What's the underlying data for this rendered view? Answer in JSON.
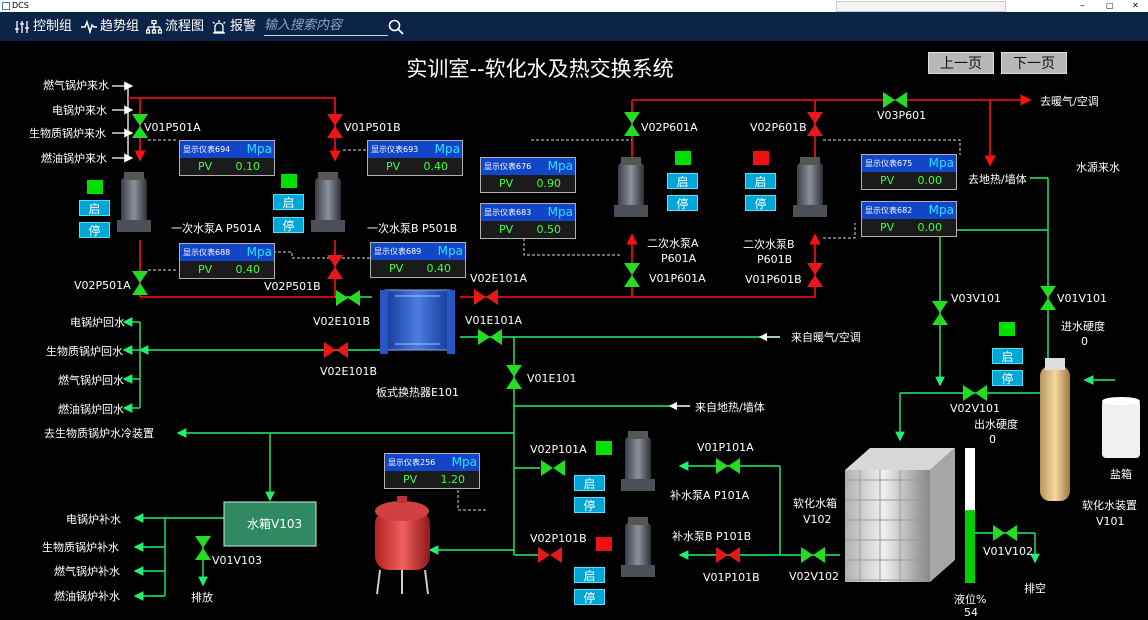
{
  "window": {
    "title": "DCS",
    "min": "–",
    "max": "▢",
    "close": "✕"
  },
  "menu": {
    "control_group": "控制组",
    "trend_group": "趋势组",
    "flow_chart": "流程图",
    "alarm": "报警",
    "search_placeholder": "输入搜索内容"
  },
  "page": {
    "title": "实训室--软化水及热交换系统",
    "prev_page": "上一页",
    "next_page": "下一页"
  },
  "colors": {
    "hot_pipe": "#ff1010",
    "cold_pipe": "#20f070",
    "valve_green": "#22dd22",
    "valve_red": "#e81818",
    "run_green": "#00e000",
    "stop_red": "#ee1111",
    "button": "#00a6d6",
    "meter_head": "#1246c8"
  },
  "labels": {
    "gas_boiler_in": "燃气锅炉来水",
    "electric_boiler_in": "电锅炉来水",
    "biomass_boiler_in": "生物质锅炉来水",
    "oil_boiler_in": "燃油锅炉来水",
    "pump_p501a": "一次水泵A  P501A",
    "pump_p501b": "一次水泵B  P501B",
    "pump_p601a_1": "二次水泵A",
    "pump_p601a_2": "P601A",
    "pump_p601b_1": "二次水泵B",
    "pump_p601b_2": "P601B",
    "to_heating": "去暖气/空调",
    "to_floor": "去地热/墙体",
    "from_heating": "来自暖气/空调",
    "from_floor": "来自地热/墙体",
    "electric_boiler_ret": "电锅炉回水",
    "biomass_boiler_ret": "生物质锅炉回水",
    "gas_boiler_ret": "燃气锅炉回水",
    "oil_boiler_ret": "燃油锅炉回水",
    "to_biomass_cooling": "去生物质锅炉水冷装置",
    "heat_exchanger": "板式换热器E101",
    "tank_v103": "水箱V103",
    "drain": "排放",
    "electric_boiler_make": "电锅炉补水",
    "biomass_boiler_make": "生物质锅炉补水",
    "gas_boiler_make": "燃气锅炉补水",
    "oil_boiler_make": "燃油锅炉补水",
    "make_pump_a": "补水泵A P101A",
    "make_pump_b": "补水泵B P101B",
    "soft_tank_1": "软化水箱",
    "soft_tank_2": "V102",
    "source_water": "水源来水",
    "in_hardness": "进水硬度",
    "in_hardness_val": "0",
    "out_hardness": "出水硬度",
    "out_hardness_val": "0",
    "salt_tank": "盐箱",
    "softener_1": "软化水装置",
    "softener_2": "V101",
    "vent": "排空",
    "level_label": "液位%",
    "level_val": "54"
  },
  "valves": {
    "v01p501a": "V01P501A",
    "v01p501b": "V01P501B",
    "v02p501a": "V02P501A",
    "v02p501b": "V02P501B",
    "v02e101b": "V02E101B",
    "v02e101a": "V02E101A",
    "v01e101b": "V02E101B",
    "v01e101a": "V01E101A",
    "v01e101": "V01E101",
    "v02p601a": "V02P601A",
    "v02p601b": "V02P601B",
    "v03p601": "V03P601",
    "v01p601a": "V01P601A",
    "v01p601b": "V01P601B",
    "v03v101": "V03V101",
    "v01v101": "V01V101",
    "v02v101": "V02V101",
    "v01v102": "V01V102",
    "v02v102": "V02V102",
    "v02p101a": "V02P101A",
    "v01p101a": "V01P101A",
    "v02p101b": "V02P101B",
    "v01p101b": "V01P101B",
    "v01v103": "V01V103"
  },
  "meters": [
    {
      "name": "显示仪表694",
      "unit": "Mpa",
      "pv": "PV",
      "value": "0.10"
    },
    {
      "name": "显示仪表693",
      "unit": "Mpa",
      "pv": "PV",
      "value": "0.40"
    },
    {
      "name": "显示仪表688",
      "unit": "Mpa",
      "pv": "PV",
      "value": "0.40"
    },
    {
      "name": "显示仪表689",
      "unit": "Mpa",
      "pv": "PV",
      "value": "0.40"
    },
    {
      "name": "显示仪表676",
      "unit": "Mpa",
      "pv": "PV",
      "value": "0.90"
    },
    {
      "name": "显示仪表683",
      "unit": "Mpa",
      "pv": "PV",
      "value": "0.50"
    },
    {
      "name": "显示仪表675",
      "unit": "Mpa",
      "pv": "PV",
      "value": "0.00"
    },
    {
      "name": "显示仪表682",
      "unit": "Mpa",
      "pv": "PV",
      "value": "0.00"
    },
    {
      "name": "显示仪表256",
      "unit": "Mpa",
      "pv": "PV",
      "value": "1.20"
    }
  ],
  "controls": {
    "start": "启",
    "stop": "停"
  },
  "tank_level_percent": 54
}
